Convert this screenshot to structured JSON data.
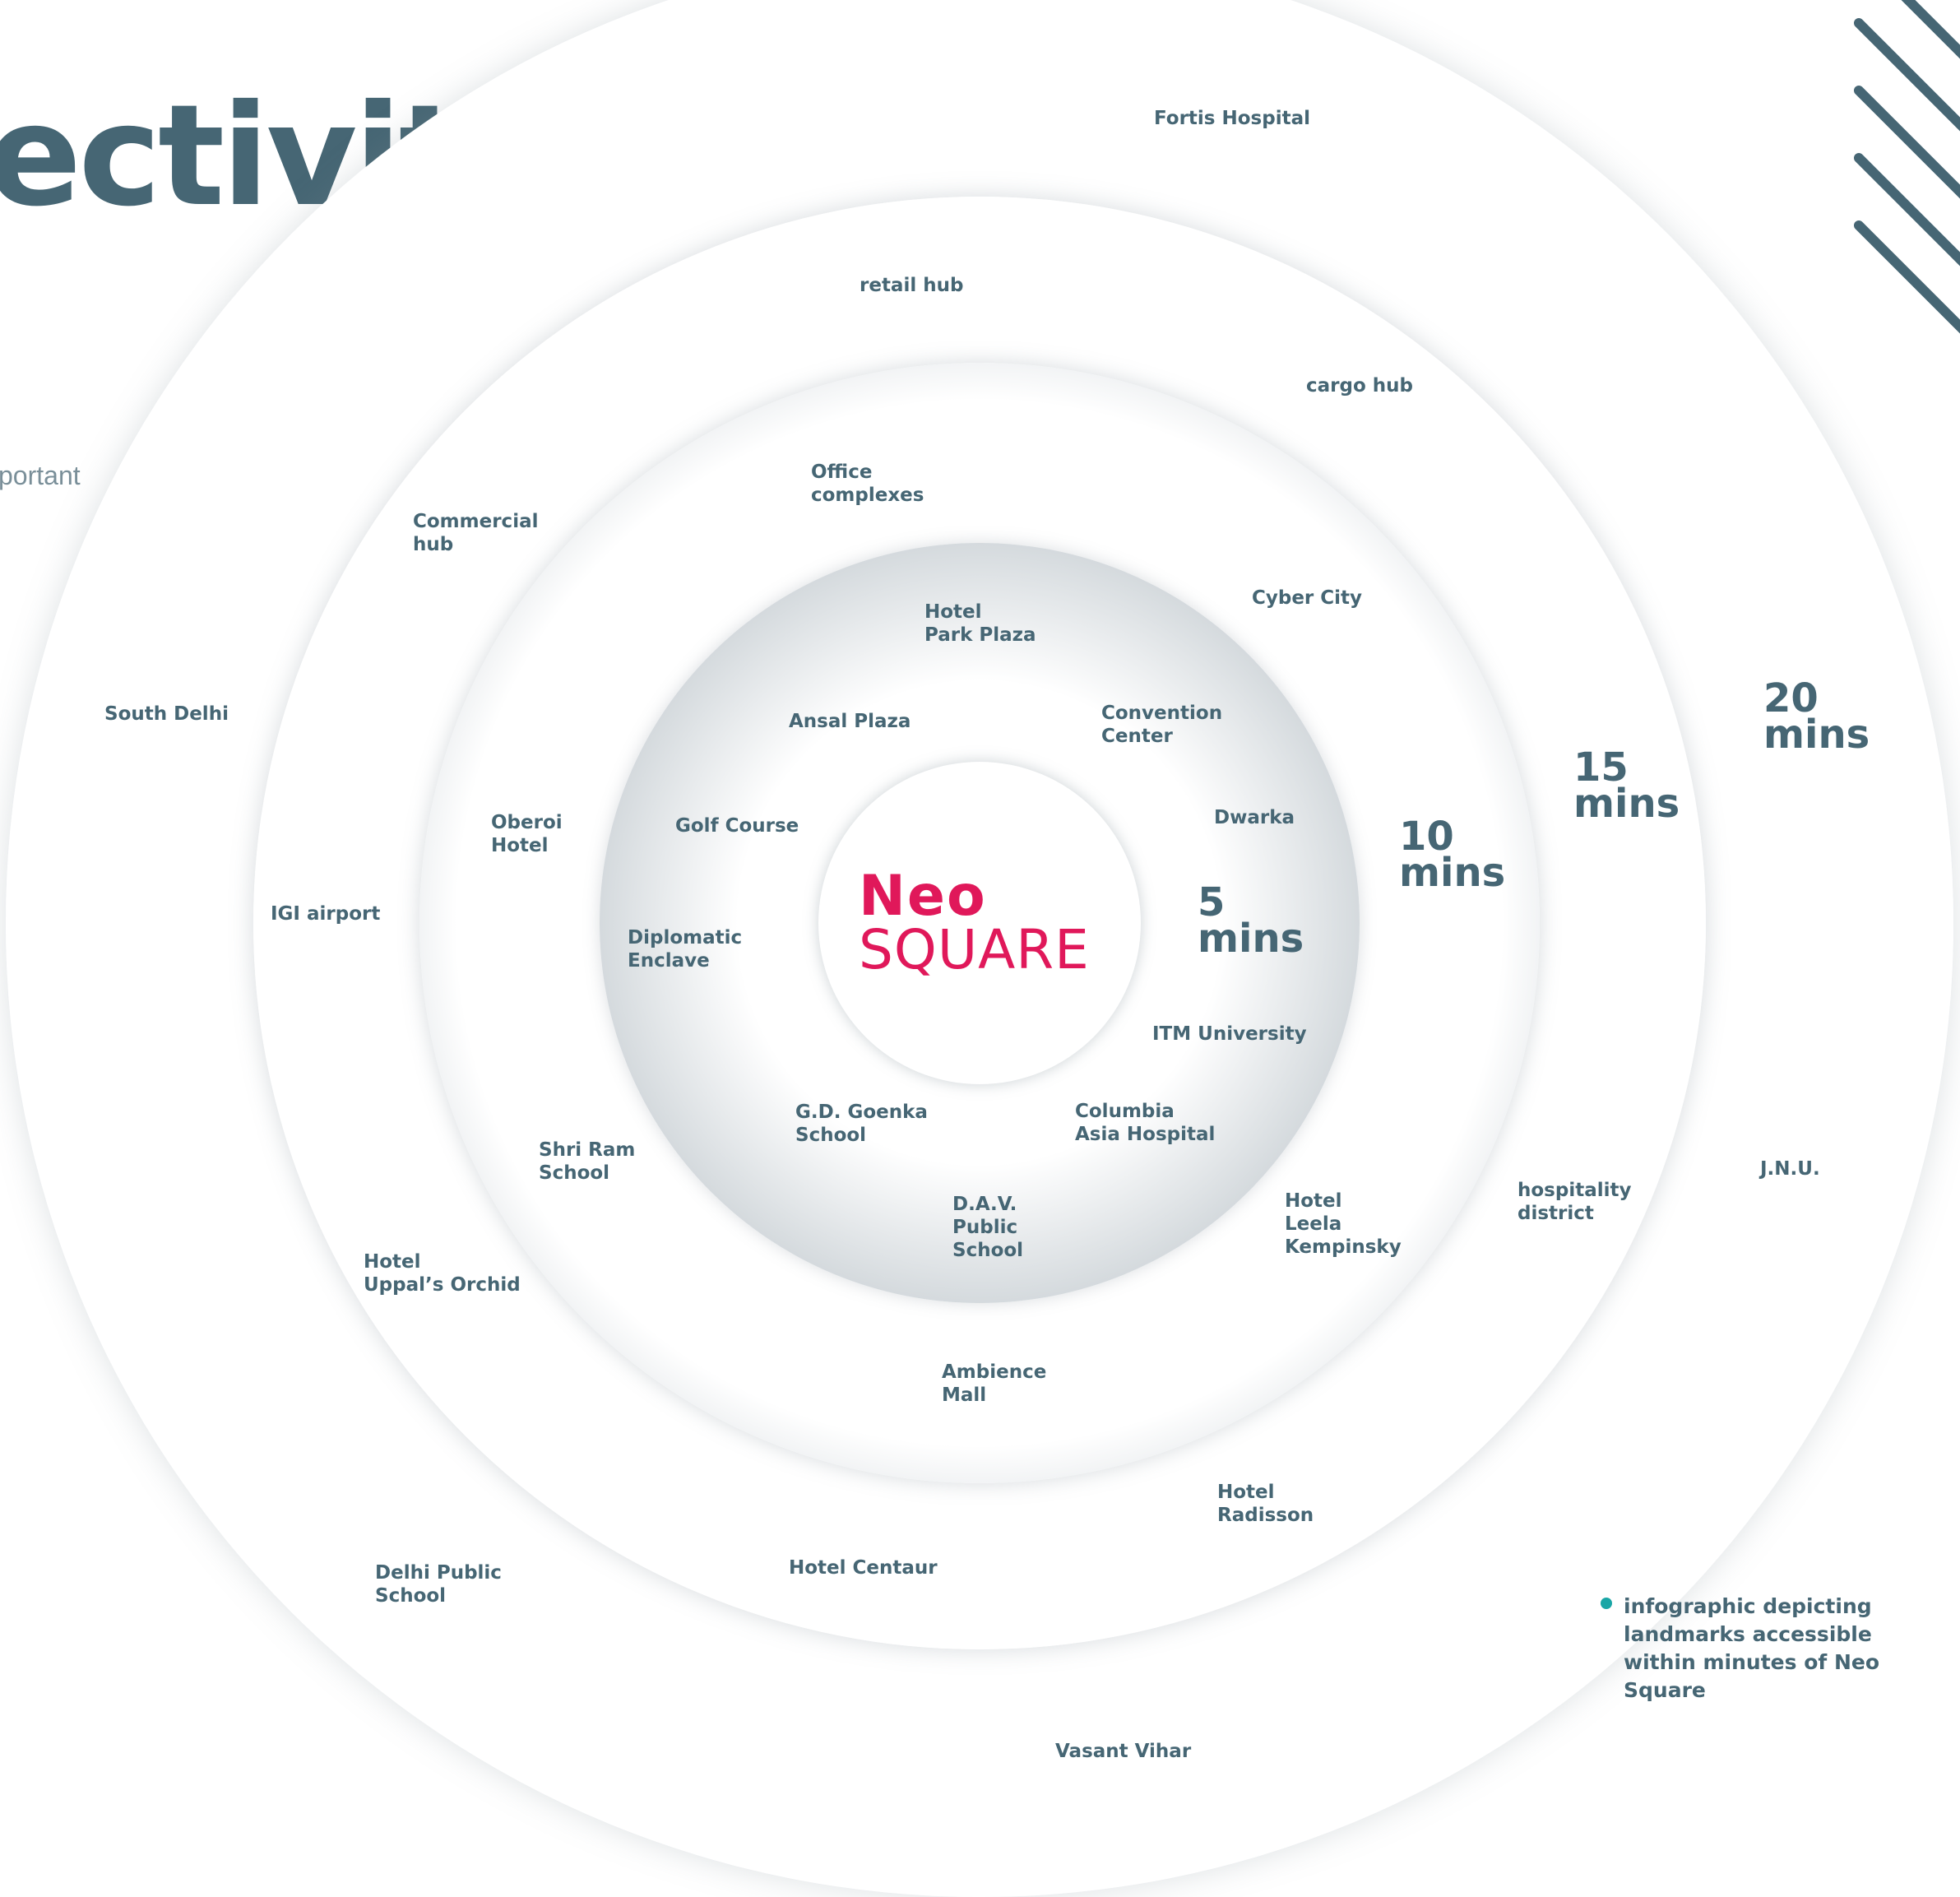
{
  "title": "ectivity",
  "side_text": "portant",
  "logo": {
    "line1": "Neo",
    "line2": "SQUARE"
  },
  "rings": [
    {
      "number": "5",
      "unit": "mins"
    },
    {
      "number": "10",
      "unit": "mins"
    },
    {
      "number": "15",
      "unit": "mins"
    },
    {
      "number": "20",
      "unit": "mins"
    }
  ],
  "landmarks": {
    "ring5": [
      "Hotel\nPark Plaza",
      "Ansal Plaza",
      "Convention\nCenter",
      "Golf Course",
      "Dwarka",
      "Diplomatic\nEnclave",
      "ITM University",
      "G.D. Goenka\nSchool",
      "Columbia\nAsia Hospital",
      "D.A.V.\nPublic\nSchool"
    ],
    "ring10": [
      "Office\ncomplexes",
      "Cyber City",
      "Oberoi\nHotel",
      "Shri Ram\nSchool",
      "Hotel\nLeela\nKempinsky"
    ],
    "ring15": [
      "retail hub",
      "cargo hub",
      "Commercial\nhub",
      "IGI airport",
      "Hotel\nUppal’s Orchid",
      "hospitality\ndistrict",
      "Ambience\nMall",
      "Hotel\nRadisson",
      "Hotel Centaur"
    ],
    "ring20": [
      "Fortis Hospital",
      "South Delhi",
      "J.N.U.",
      "Delhi Public\nSchool",
      "Vasant Vihar"
    ]
  },
  "caption": "infographic depicting landmarks accessible within minutes of Neo Square",
  "colors": {
    "text": "#466674",
    "brand": "#e0185a",
    "bullet": "#19a6a6"
  }
}
